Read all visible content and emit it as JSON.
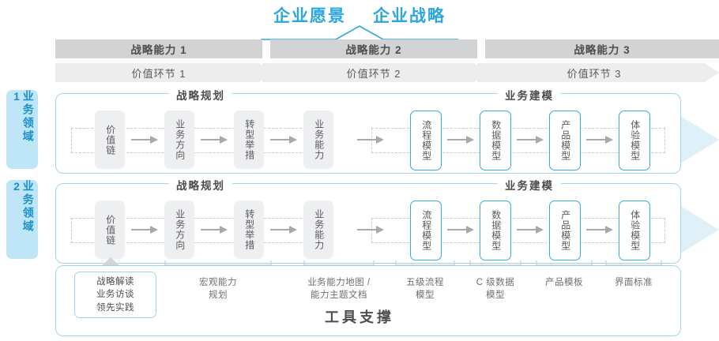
{
  "title": {
    "vision": "企业愿景",
    "strategy": "企业战略"
  },
  "colors": {
    "accent_blue": "#2ba6de",
    "border_blue": "#9ed5ec",
    "node_blue": "#3ca8dd",
    "side_label_bg": "#bfe6f7",
    "band_capability": "#d2d3d4",
    "band_value": "#ededee",
    "node_gray": "#eeeff0",
    "text_gray": "#4d4d4f",
    "arrow_gray": "#a7a9ac",
    "big_arrow": "#dff0f9"
  },
  "header": {
    "capabilities": [
      "战略能力 1",
      "战略能力 2",
      "战略能力 3"
    ],
    "value_links": [
      "价值环节 1",
      "价值环节 2",
      "价值环节 3"
    ]
  },
  "rows": [
    {
      "side_label": "业务领域 1",
      "sections": [
        {
          "name": "战略规划",
          "nodes": [
            "价值链",
            "业务方向",
            "转型举措",
            "业务能力"
          ],
          "style": "gray"
        },
        {
          "name": "业务建模",
          "nodes": [
            "流程模型",
            "数据模型",
            "产品模型",
            "体验模型"
          ],
          "style": "blue"
        }
      ]
    },
    {
      "side_label": "业务领域 2",
      "sections": [
        {
          "name": "战略规划",
          "nodes": [
            "价值链",
            "业务方向",
            "转型举措",
            "业务能力"
          ],
          "style": "gray"
        },
        {
          "name": "业务建模",
          "nodes": [
            "流程模型",
            "数据模型",
            "产品模型",
            "体验模型"
          ],
          "style": "blue"
        }
      ]
    }
  ],
  "tool_support": {
    "title": "工具支撑",
    "labels": [
      {
        "text": "战略解读\n业务访谈\n领先实践",
        "boxed": true
      },
      {
        "text": "宏观能力\n规划",
        "boxed": false
      },
      {
        "text": "业务能力地图 /\n能力主题文档",
        "boxed": false
      },
      {
        "text": "五级流程\n模型",
        "boxed": false
      },
      {
        "text": "C 级数据\n模型",
        "boxed": false
      },
      {
        "text": "产品模板",
        "boxed": false
      },
      {
        "text": "界面标准",
        "boxed": false
      }
    ]
  }
}
